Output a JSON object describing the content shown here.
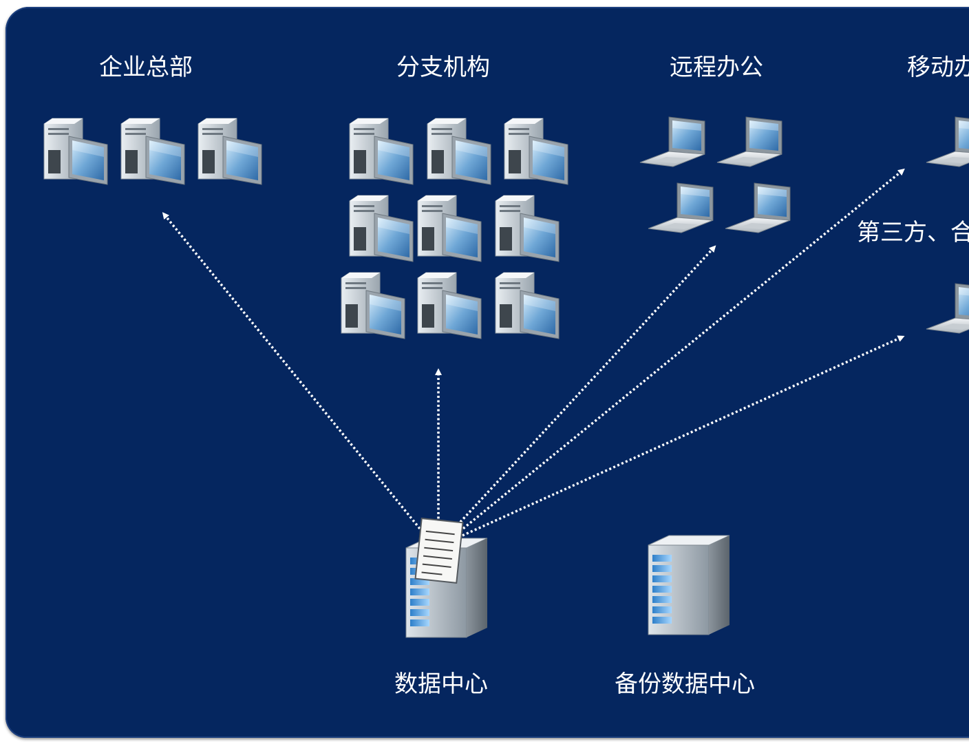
{
  "labels": {
    "hq": "企业总部",
    "branch": "分支机构",
    "remote": "远程办公",
    "mobile": "移动办",
    "third_party": "第三方、合",
    "datacenter": "数据中心",
    "backup": "备份数据中心"
  },
  "colors": {
    "background": "#05265f",
    "arrow": "#ffffff",
    "text": "#ffffff"
  },
  "icons": {
    "hq": "desktop-computer-icon",
    "branch": "desktop-computer-icon",
    "remote": "laptop-icon",
    "mobile": "laptop-icon",
    "datacenter": "server-tower-icon",
    "backup": "server-tower-icon",
    "document": "document-icon"
  }
}
